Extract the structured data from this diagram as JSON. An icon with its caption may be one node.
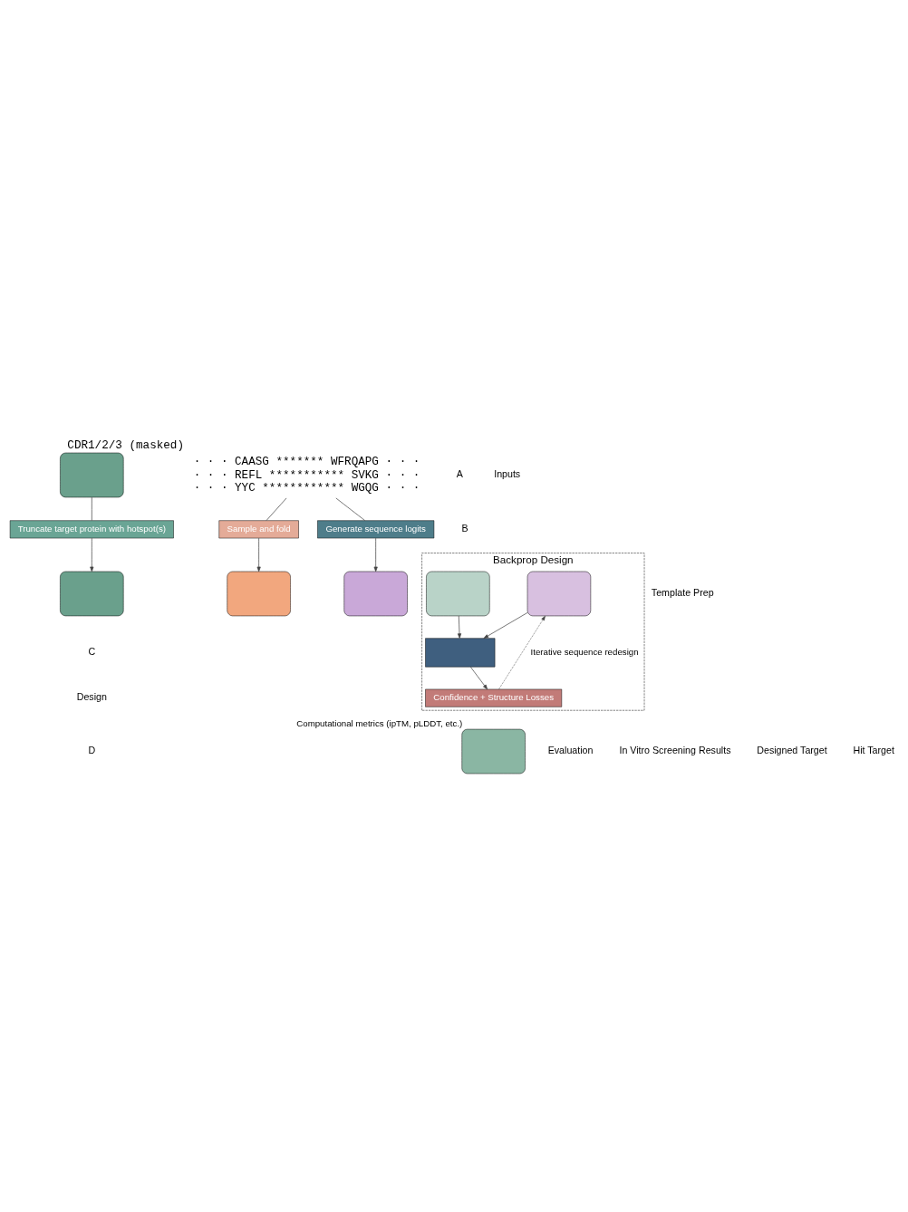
{
  "diagram": {
    "nodes": [
      {
        "text": [],
        "shape": "box"
      },
      {
        "text": [
          "· · · CAASG ******* WFRQAPG · · ·",
          "· · · REFL *********** SVKG · · ·",
          "· · · YYC ************ WGQG · · ·"
        ],
        "beside": [
          "CDR1/2/3 (masked)"
        ]
      },
      {
        "text": [
          "Truncate target protein with hotspot(s)"
        ]
      },
      {
        "text": [
          "Sample and fold"
        ]
      },
      {
        "text": [
          "Generate sequence logits"
        ]
      },
      {
        "text": [],
        "shape": "box"
      },
      {
        "text": [],
        "shape": "box"
      },
      {
        "text": [],
        "shape": "box"
      },
      {
        "text": [
          "Backprop Design"
        ]
      },
      {
        "text": [],
        "shape": "box",
        "in": 8
      },
      {
        "text": [],
        "shape": "box",
        "in": 8
      },
      {
        "text": [],
        "shape": "box",
        "in": 8
      },
      {
        "text": [
          "Confidence + Structure Losses"
        ],
        "in": 8
      },
      {
        "text": [],
        "shape": "box",
        "beside": [
          "Computational metrics (ipTM, pLDDT, etc.)"
        ]
      }
    ],
    "edges": [
      {
        "from": 0,
        "to": 2,
        "arrow": "none"
      },
      {
        "from": 1,
        "to": 3,
        "arrow": "none"
      },
      {
        "from": 1,
        "to": 4,
        "arrow": "none"
      },
      {
        "from": 2,
        "to": 5,
        "arrow": "to"
      },
      {
        "from": 3,
        "to": 6,
        "arrow": "to"
      },
      {
        "from": 4,
        "to": 7,
        "arrow": "to"
      },
      {
        "from": 9,
        "to": 11,
        "arrow": "to"
      },
      {
        "from": 10,
        "to": 11,
        "arrow": "to"
      },
      {
        "from": 11,
        "to": 12,
        "arrow": "to"
      },
      {
        "from": 12,
        "to": 10,
        "arrow": "to",
        "label": "Iterative sequence redesign",
        "style": "dashed"
      }
    ],
    "labels": [
      "A",
      "Inputs",
      "B",
      "Template Prep",
      "C",
      "Design",
      "D",
      "Evaluation",
      "In Vitro Screening Results",
      "Designed Target",
      "Hit Target"
    ]
  }
}
